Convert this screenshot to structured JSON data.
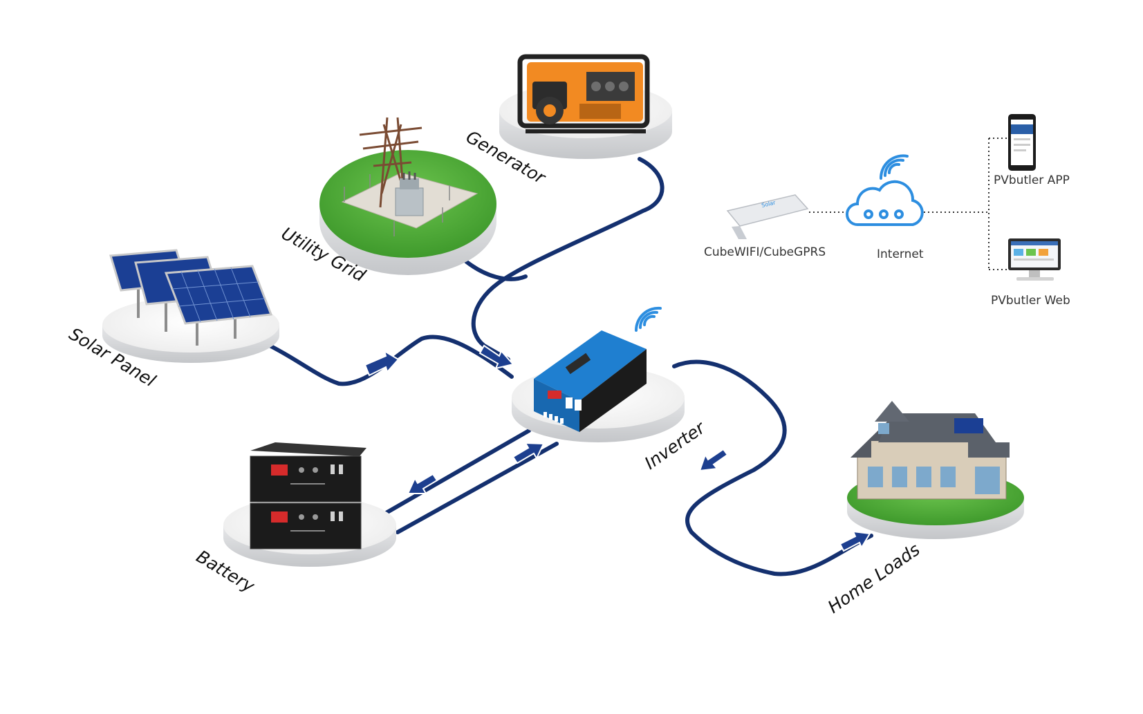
{
  "labels": {
    "generator": "Generator",
    "utility_grid": "Utility Grid",
    "solar_panel": "Solar Panel",
    "inverter": "Inverter",
    "battery": "Battery",
    "home_loads": "Home Loads",
    "cube_wifi": "CubeWIFI/CubeGPRS",
    "internet": "Internet",
    "pvbutler_app": "PVbutler APP",
    "pvbutler_web": "PVbutler Web"
  },
  "colors": {
    "flow_line": "#14306f",
    "arrow_fill": "#1d3f8f",
    "platform_top": "#f4f4f4",
    "platform_side": "#d2d3d5",
    "grass": "#4caf37",
    "wifi_blue": "#2d8ee0",
    "inverter_blue": "#1f7fd0",
    "generator_orange": "#f28a22",
    "battery_black": "#1b1b1b",
    "battery_red": "#d62b2b",
    "solar_cell": "#1b3f94"
  },
  "icons": [
    "generator-icon",
    "utility-pylon-icon",
    "transformer-icon",
    "solar-panel-icon",
    "inverter-icon",
    "wifi-signal-icon",
    "battery-module-icon",
    "house-icon",
    "dongle-icon",
    "cloud-icon",
    "phone-icon",
    "monitor-icon"
  ]
}
